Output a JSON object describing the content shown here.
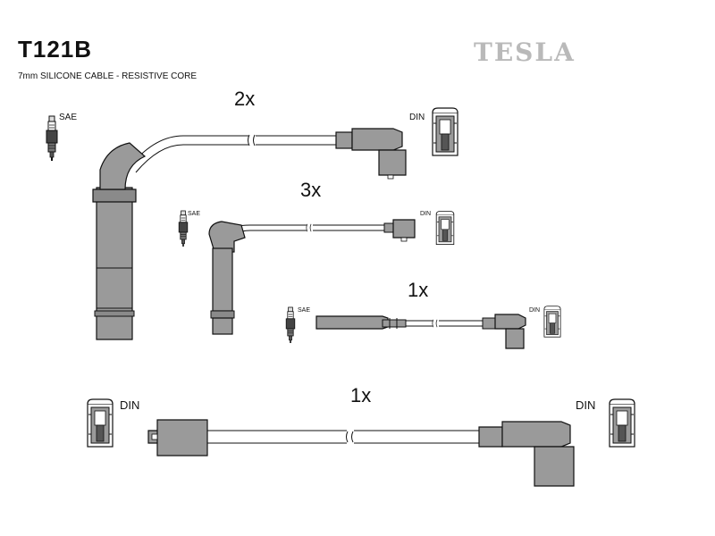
{
  "header": {
    "part_number": "T121B",
    "description": "7mm SILICONE CABLE - RESISTIVE CORE",
    "brand": "TESLA"
  },
  "leads": [
    {
      "quantity": "2x",
      "plug_label": "SAE",
      "connector_label": "DIN"
    },
    {
      "quantity": "3x",
      "plug_label": "SAE",
      "connector_label": "DIN"
    },
    {
      "quantity": "1x",
      "plug_label": "SAE",
      "connector_label": "DIN"
    },
    {
      "quantity": "1x",
      "left_label": "DIN",
      "right_label": "DIN"
    }
  ],
  "colors": {
    "fill": "#9a9a9a",
    "dark": "#5a5a5a",
    "stroke": "#111111",
    "brand": "#b9b9b9"
  }
}
